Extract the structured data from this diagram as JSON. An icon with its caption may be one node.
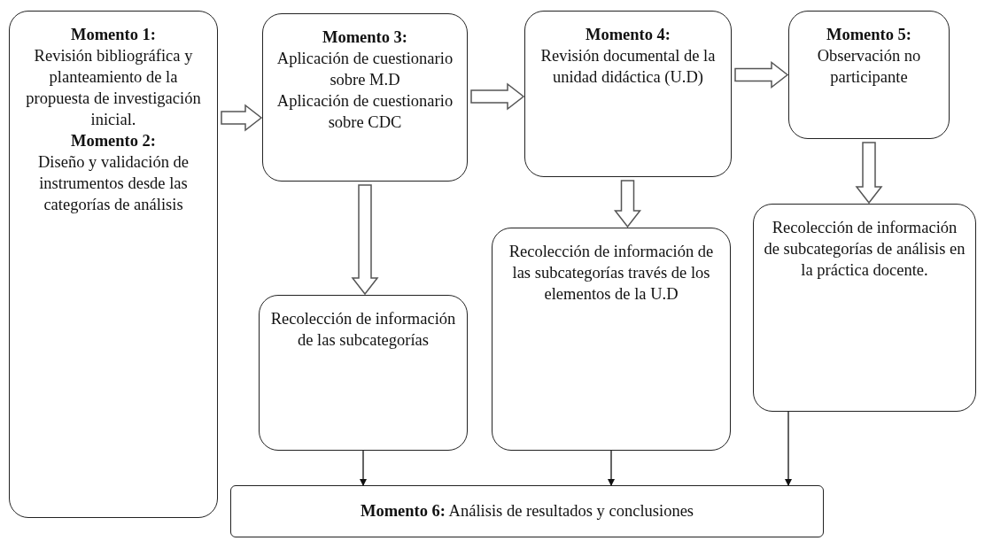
{
  "diagram": {
    "nodes": [
      {
        "text": [
          "Momento 1:",
          "Revisión bibliográfica y planteamiento de la propuesta de investigación inicial.",
          "Momento 2:",
          "Diseño y validación de instrumentos desde las categorías de análisis"
        ]
      },
      {
        "text": [
          "Momento 3:",
          "Aplicación de cuestionario sobre M.D",
          "Aplicación de cuestionario sobre CDC"
        ]
      },
      {
        "text": [
          "Momento 4:",
          "Revisión documental de la unidad didáctica (U.D)"
        ]
      },
      {
        "text": [
          "Momento 5:",
          "Observación no participante"
        ]
      },
      {
        "text": [
          "Recolección de información de las subcategorías"
        ]
      },
      {
        "text": [
          "Recolección de información de las subcategorías través de los elementos de la U.D"
        ]
      },
      {
        "text": [
          "Recolección de información de subcategorías de análisis en la práctica docente."
        ]
      },
      {
        "text": [
          "**Momento 6:** Análisis de resultados y conclusiones"
        ]
      }
    ],
    "edges": [
      {
        "from": 0,
        "to": 1,
        "arrow": "to",
        "style": "thick"
      },
      {
        "from": 1,
        "to": 2,
        "arrow": "to",
        "style": "thick"
      },
      {
        "from": 2,
        "to": 3,
        "arrow": "to",
        "style": "thick"
      },
      {
        "from": 1,
        "to": 4,
        "arrow": "to",
        "style": "thick"
      },
      {
        "from": 2,
        "to": 5,
        "arrow": "to",
        "style": "thick"
      },
      {
        "from": 3,
        "to": 6,
        "arrow": "to",
        "style": "thick"
      },
      {
        "from": 4,
        "to": 7,
        "arrow": "to"
      },
      {
        "from": 5,
        "to": 7,
        "arrow": "to"
      },
      {
        "from": 6,
        "to": 7,
        "arrow": "to"
      }
    ]
  }
}
